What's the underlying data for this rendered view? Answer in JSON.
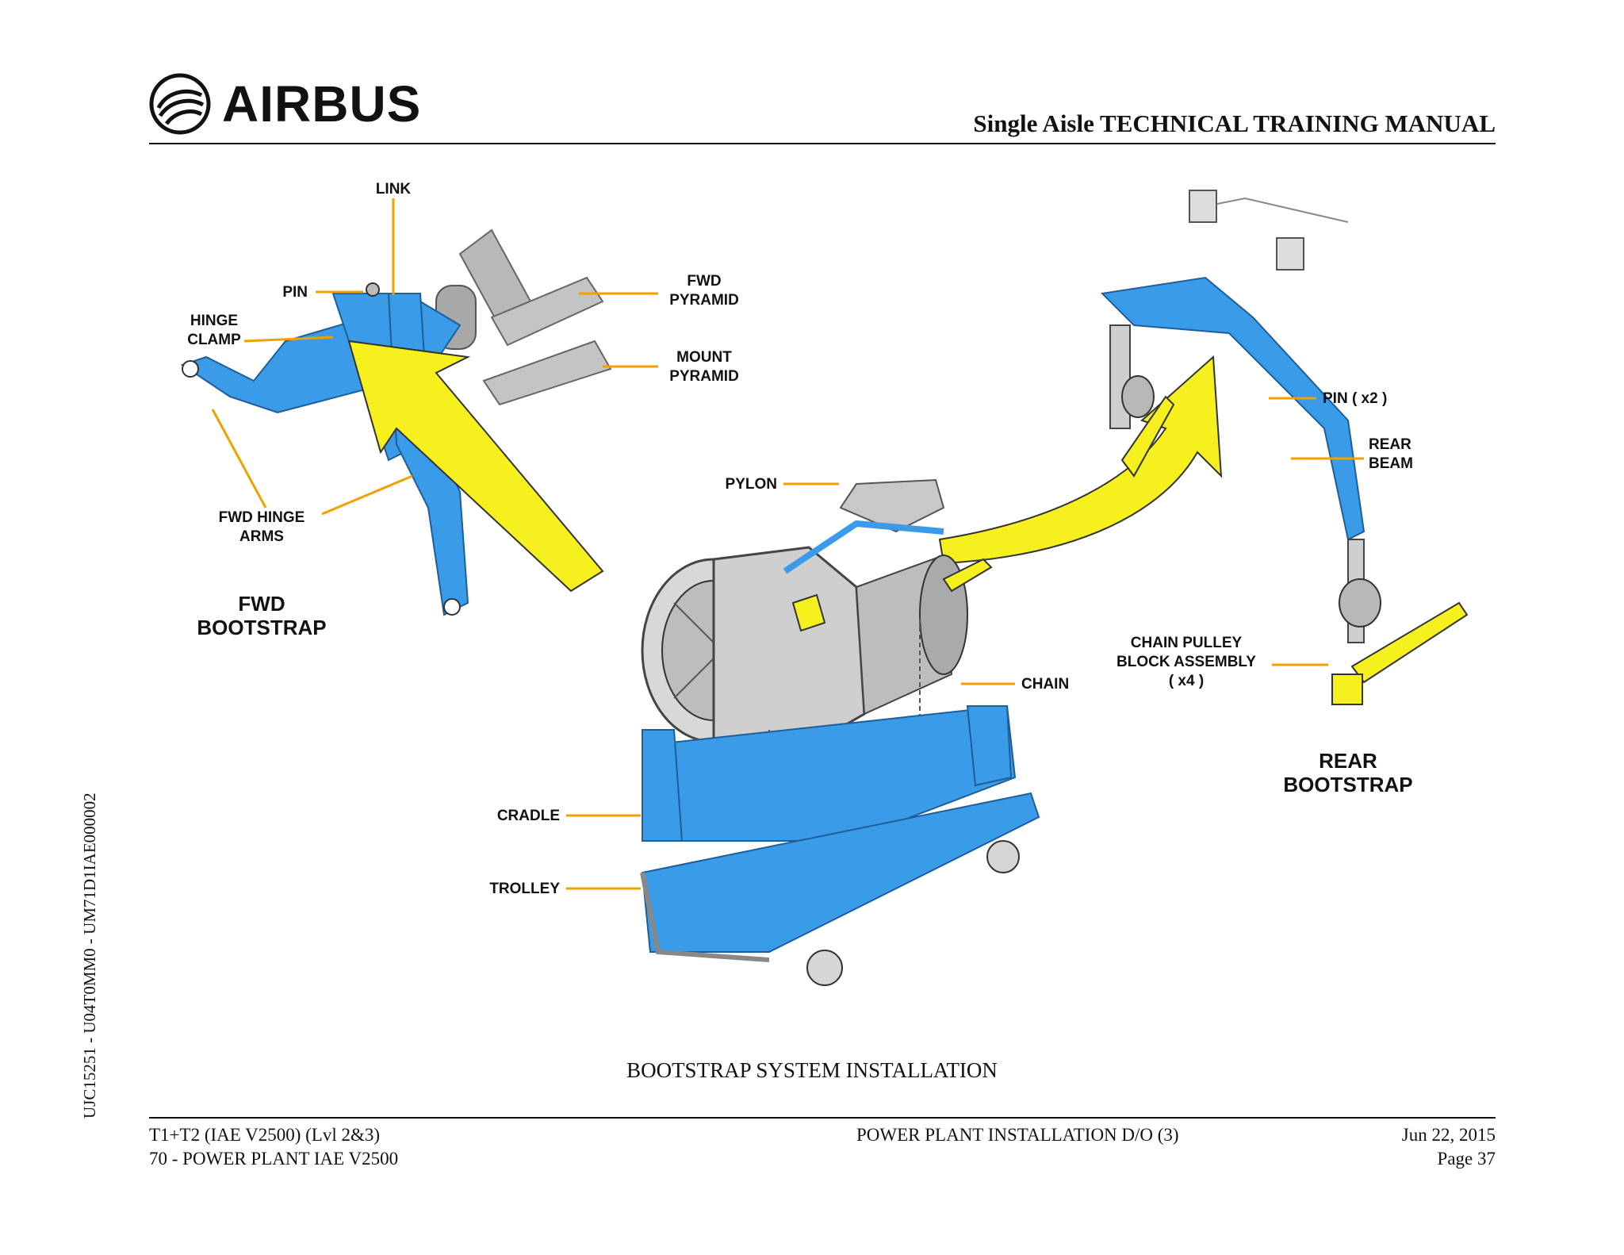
{
  "header": {
    "logo_text": "AIRBUS",
    "manual_title": "Single Aisle TECHNICAL TRAINING MANUAL"
  },
  "side_code": "UJC15251 - U04T0MM0 - UM71D1IAE000002",
  "figure": {
    "labels": {
      "link": "LINK",
      "pin": "PIN",
      "hinge_clamp_1": "HINGE",
      "hinge_clamp_2": "CLAMP",
      "fwd_pyramid_1": "FWD",
      "fwd_pyramid_2": "PYRAMID",
      "mount_pyramid_1": "MOUNT",
      "mount_pyramid_2": "PYRAMID",
      "fwd_hinge_arms_1": "FWD HINGE",
      "fwd_hinge_arms_2": "ARMS",
      "fwd_bootstrap_1": "FWD",
      "fwd_bootstrap_2": "BOOTSTRAP",
      "pylon": "PYLON",
      "chain": "CHAIN",
      "cradle": "CRADLE",
      "trolley": "TROLLEY",
      "pin_x2": "PIN ( x2 )",
      "rear_beam_1": "REAR",
      "rear_beam_2": "BEAM",
      "chain_pulley_1": "CHAIN PULLEY",
      "chain_pulley_2": "BLOCK ASSEMBLY",
      "chain_pulley_3": "( x4 )",
      "rear_bootstrap_1": "REAR",
      "rear_bootstrap_2": "BOOTSTRAP"
    },
    "colors": {
      "structure": "#3a9be8",
      "highlight": "#f5f01e",
      "leader": "#f2a000",
      "metal": "#b8b8b8"
    }
  },
  "caption": "BOOTSTRAP SYSTEM INSTALLATION",
  "footer": {
    "left_line1": "T1+T2 (IAE V2500) (Lvl 2&3)",
    "left_line2": "70 - POWER PLANT IAE V2500",
    "center": "POWER PLANT INSTALLATION D/O (3)",
    "date": "Jun 22, 2015",
    "page": "Page 37"
  }
}
